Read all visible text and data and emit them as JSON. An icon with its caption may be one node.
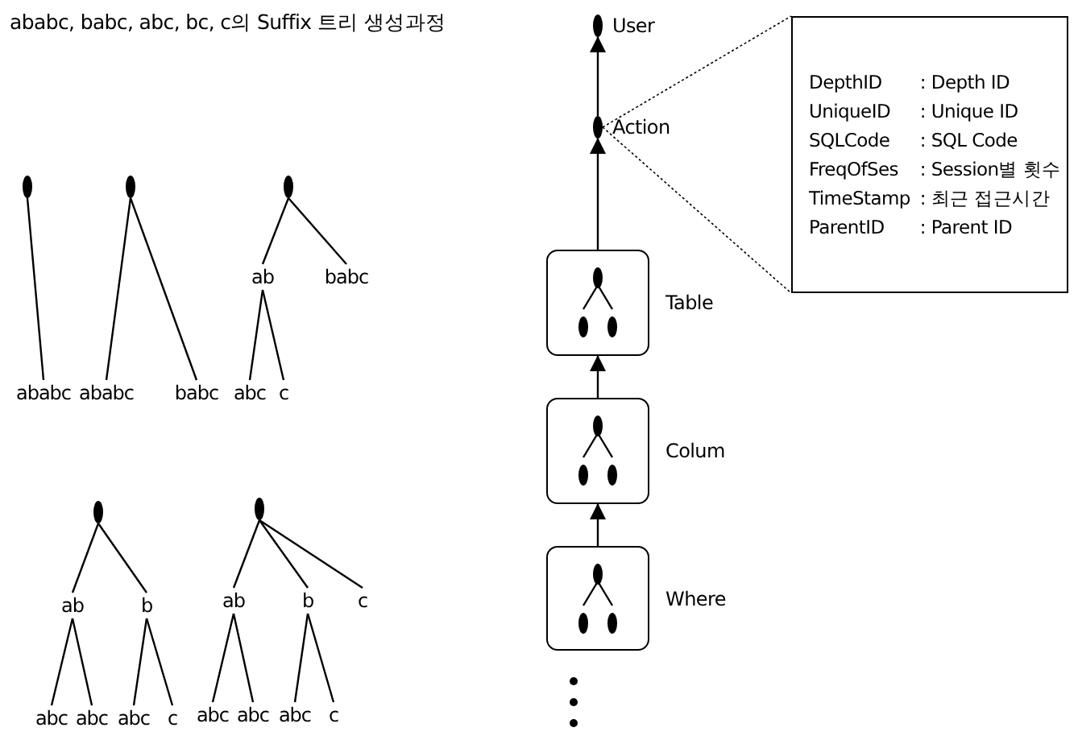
{
  "diagram": {
    "title": "ababc, babc, abc, bc, c의 Suffix 트리 생성과정",
    "nodes": [
      {
        "text": [],
        "shape": "circle"
      },
      {
        "text": [
          "ababc"
        ]
      },
      {
        "text": [],
        "shape": "circle"
      },
      {
        "text": [
          "ababc"
        ]
      },
      {
        "text": [
          "babc"
        ]
      },
      {
        "text": [],
        "shape": "circle"
      },
      {
        "text": [
          "ab"
        ]
      },
      {
        "text": [
          "babc"
        ]
      },
      {
        "text": [
          "abc"
        ]
      },
      {
        "text": [
          "c"
        ]
      },
      {
        "text": [],
        "shape": "circle"
      },
      {
        "text": [
          "ab"
        ]
      },
      {
        "text": [
          "b"
        ]
      },
      {
        "text": [
          "abc"
        ]
      },
      {
        "text": [
          "abc"
        ]
      },
      {
        "text": [
          "abc"
        ]
      },
      {
        "text": [
          "c"
        ]
      },
      {
        "text": [],
        "shape": "circle"
      },
      {
        "text": [
          "ab"
        ]
      },
      {
        "text": [
          "b"
        ]
      },
      {
        "text": [
          "c"
        ]
      },
      {
        "text": [
          "abc"
        ]
      },
      {
        "text": [
          "abc"
        ]
      },
      {
        "text": [
          "abc"
        ]
      },
      {
        "text": [
          "c"
        ]
      },
      {
        "text": [],
        "shape": "circle",
        "beside": [
          "User"
        ]
      },
      {
        "text": [],
        "shape": "circle",
        "beside": [
          "Action"
        ]
      },
      {
        "text": [
          "DepthID",
          ": Depth ID",
          "UniqueID",
          ": Unique ID",
          "SQLCode",
          ": SQL Code",
          "FreqOfSes",
          ": Session별 횟수",
          "TimeStamp",
          ": 최근 접근시간",
          "ParentID",
          ": Parent ID"
        ]
      },
      {
        "text": [
          "Table"
        ]
      },
      {
        "text": [
          "Colum"
        ]
      },
      {
        "text": [
          "Where"
        ]
      }
    ],
    "edges": [
      {
        "from": 0,
        "to": 1,
        "arrow": "none"
      },
      {
        "from": 2,
        "to": 3,
        "arrow": "none"
      },
      {
        "from": 2,
        "to": 4,
        "arrow": "none"
      },
      {
        "from": 5,
        "to": 6,
        "arrow": "none"
      },
      {
        "from": 5,
        "to": 7,
        "arrow": "none"
      },
      {
        "from": 6,
        "to": 8,
        "arrow": "none"
      },
      {
        "from": 6,
        "to": 9,
        "arrow": "none"
      },
      {
        "from": 10,
        "to": 11,
        "arrow": "none"
      },
      {
        "from": 10,
        "to": 12,
        "arrow": "none"
      },
      {
        "from": 11,
        "to": 13,
        "arrow": "none"
      },
      {
        "from": 11,
        "to": 14,
        "arrow": "none"
      },
      {
        "from": 12,
        "to": 15,
        "arrow": "none"
      },
      {
        "from": 12,
        "to": 16,
        "arrow": "none"
      },
      {
        "from": 17,
        "to": 18,
        "arrow": "none"
      },
      {
        "from": 17,
        "to": 19,
        "arrow": "none"
      },
      {
        "from": 17,
        "to": 20,
        "arrow": "none"
      },
      {
        "from": 18,
        "to": 21,
        "arrow": "none"
      },
      {
        "from": 18,
        "to": 22,
        "arrow": "none"
      },
      {
        "from": 19,
        "to": 23,
        "arrow": "none"
      },
      {
        "from": 19,
        "to": 24,
        "arrow": "none"
      },
      {
        "from": 26,
        "to": 25,
        "arrow": "to"
      },
      {
        "from": 28,
        "to": 26,
        "arrow": "to"
      },
      {
        "from": 29,
        "to": 28,
        "arrow": "to"
      },
      {
        "from": 30,
        "to": 29,
        "arrow": "to"
      },
      {
        "from": 26,
        "to": 27,
        "arrow": "none",
        "style": "dashed"
      },
      {
        "from": 26,
        "to": 27,
        "arrow": "none",
        "style": "dashed"
      }
    ]
  }
}
